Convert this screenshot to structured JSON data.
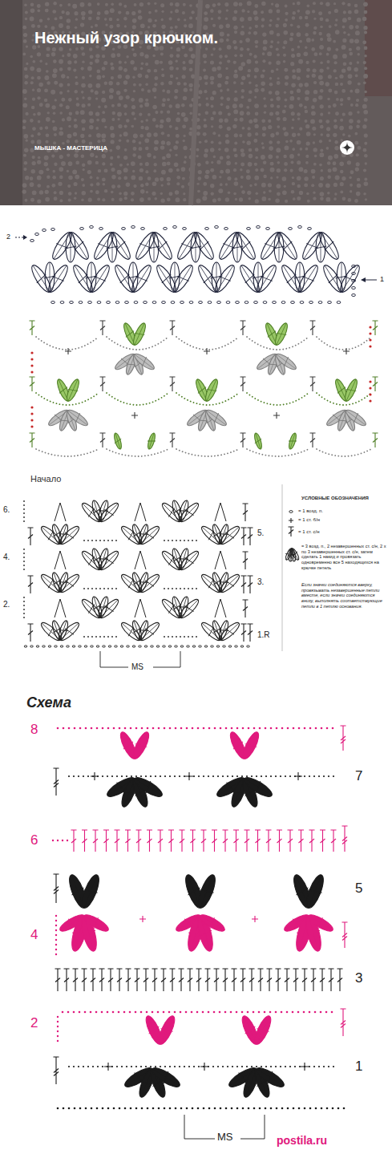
{
  "diagram": {
    "title": "Нежный узор крючком.",
    "labels": [
      "МЫШКА - МАСТЕРИЦА",
      "2",
      "1",
      "Начало",
      "6.",
      "4.",
      "2.",
      "5.",
      "3.",
      "1.R",
      "MS",
      "УСЛОВНЫЕ ОБОЗНАЧЕНИЯ",
      "Если значки соединяются вверху, провязывать незавершенные петли вместе, если значки соединяются внизу, выполнять соответствующие петли в 1 петлю основания.",
      "Схема",
      "8",
      "7",
      "6",
      "5",
      "4",
      "3",
      "2",
      "1",
      "MS",
      "postila.ru"
    ],
    "legend": [
      {
        "text": "= 1 возд. п."
      },
      {
        "text": "= 1 ст. б/н"
      },
      {
        "text": "= 1 ст. с/н"
      },
      {
        "text": "= 3 возд. п., 2 незавершенных ст. с/н, 2 х по 3 незавершенных ст. с/н, затем сделать 1 накид и провязать одновременно все 5 находящихся на крючке петель"
      }
    ]
  }
}
